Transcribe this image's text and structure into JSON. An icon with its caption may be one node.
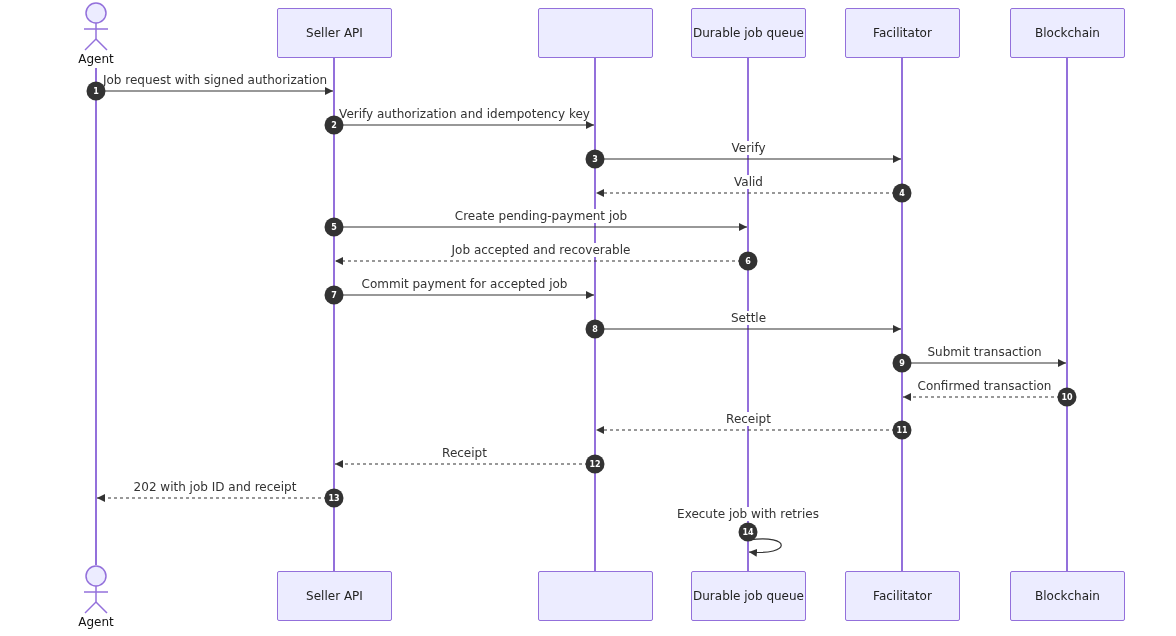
{
  "diagram": {
    "nodes": [
      {
        "text": [
          "Agent"
        ]
      },
      {
        "text": [
          "Seller API"
        ]
      },
      {
        "text": [],
        "shape": "box"
      },
      {
        "text": [
          "Durable job queue"
        ]
      },
      {
        "text": [
          "Facilitator"
        ]
      },
      {
        "text": [
          "Blockchain"
        ]
      },
      {
        "text": [],
        "shape": "line"
      },
      {
        "text": [],
        "shape": "line"
      },
      {
        "text": [],
        "shape": "line"
      },
      {
        "text": [],
        "shape": "line"
      },
      {
        "text": [],
        "shape": "line"
      },
      {
        "text": [],
        "shape": "line"
      },
      {
        "text": [
          "Agent"
        ]
      },
      {
        "text": [
          "Seller API"
        ]
      },
      {
        "text": [],
        "shape": "box"
      },
      {
        "text": [
          "Durable job queue"
        ]
      },
      {
        "text": [
          "Facilitator"
        ]
      },
      {
        "text": [
          "Blockchain"
        ]
      }
    ],
    "edges": [
      {
        "from": 6,
        "to": 7,
        "arrow": "to",
        "label": "Job request with signed authorization"
      },
      {
        "from": 7,
        "to": 8,
        "arrow": "to",
        "label": "Verify authorization and idempotency key"
      },
      {
        "from": 8,
        "to": 10,
        "arrow": "to",
        "label": "Verify"
      },
      {
        "from": 10,
        "to": 8,
        "arrow": "to",
        "label": "Valid",
        "style": "dashed"
      },
      {
        "from": 7,
        "to": 9,
        "arrow": "to",
        "label": "Create pending-payment job"
      },
      {
        "from": 9,
        "to": 7,
        "arrow": "to",
        "label": "Job accepted and recoverable",
        "style": "dashed"
      },
      {
        "from": 7,
        "to": 8,
        "arrow": "to",
        "label": "Commit payment for accepted job"
      },
      {
        "from": 8,
        "to": 10,
        "arrow": "to",
        "label": "Settle"
      },
      {
        "from": 10,
        "to": 11,
        "arrow": "to",
        "label": "Submit transaction"
      },
      {
        "from": 11,
        "to": 10,
        "arrow": "to",
        "label": "Confirmed transaction",
        "style": "dashed"
      },
      {
        "from": 10,
        "to": 8,
        "arrow": "to",
        "label": "Receipt",
        "style": "dashed"
      },
      {
        "from": 8,
        "to": 7,
        "arrow": "to",
        "label": "Receipt",
        "style": "dashed"
      },
      {
        "from": 7,
        "to": 6,
        "arrow": "to",
        "label": "202 with job ID and receipt",
        "style": "dashed"
      },
      {
        "from": 9,
        "to": 9,
        "arrow": "to",
        "label": "Execute job with retries"
      }
    ],
    "labels": [
      "1",
      "2",
      "3",
      "4",
      "5",
      "6",
      "7",
      "8",
      "9",
      "10",
      "11",
      "12",
      "13",
      "14"
    ]
  }
}
